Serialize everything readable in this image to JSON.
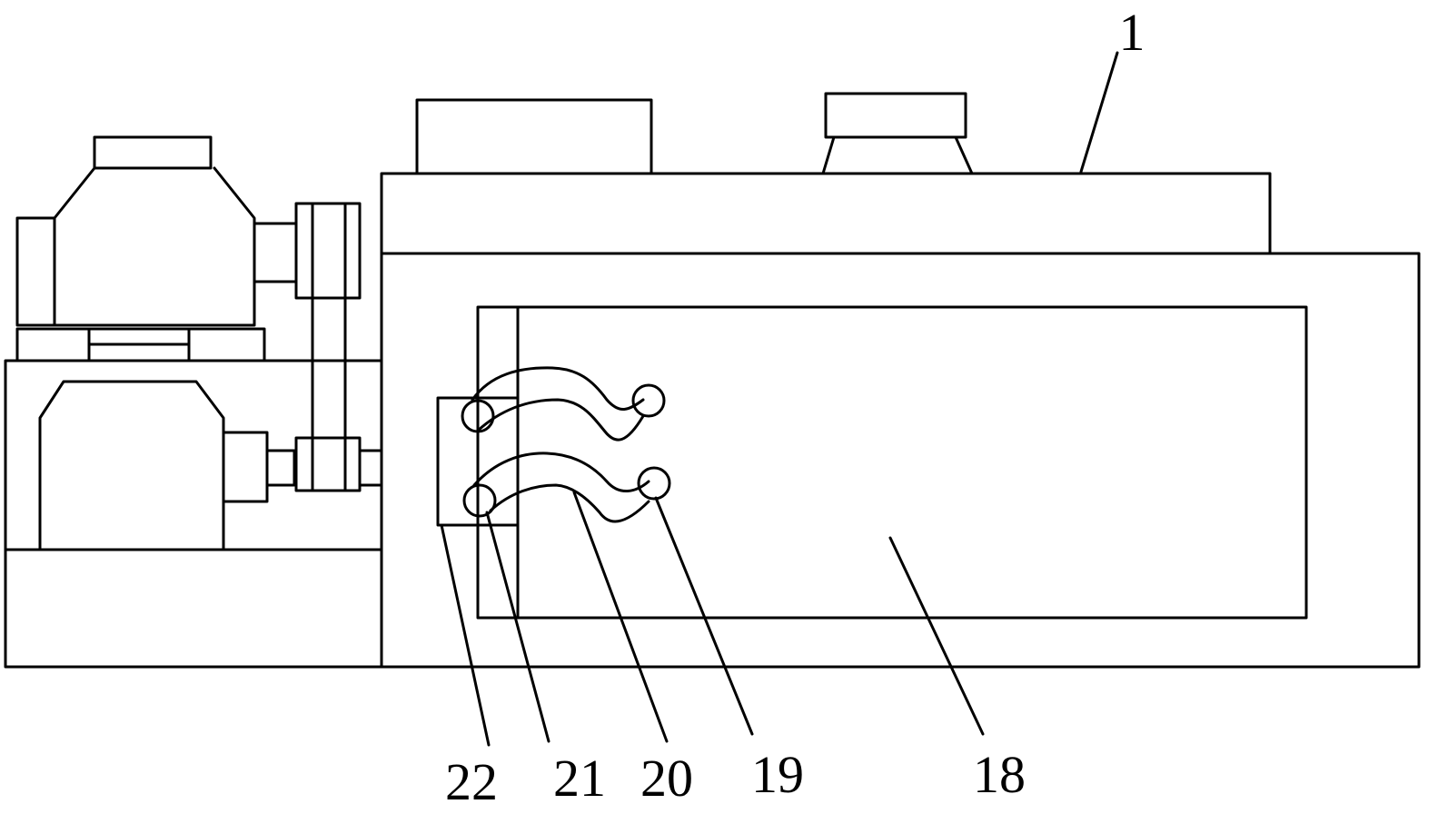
{
  "labels": {
    "l1": "1",
    "l18": "18",
    "l19": "19",
    "l20": "20",
    "l21": "21",
    "l22": "22"
  },
  "colors": {
    "stroke": "#000000",
    "background": "#ffffff"
  }
}
